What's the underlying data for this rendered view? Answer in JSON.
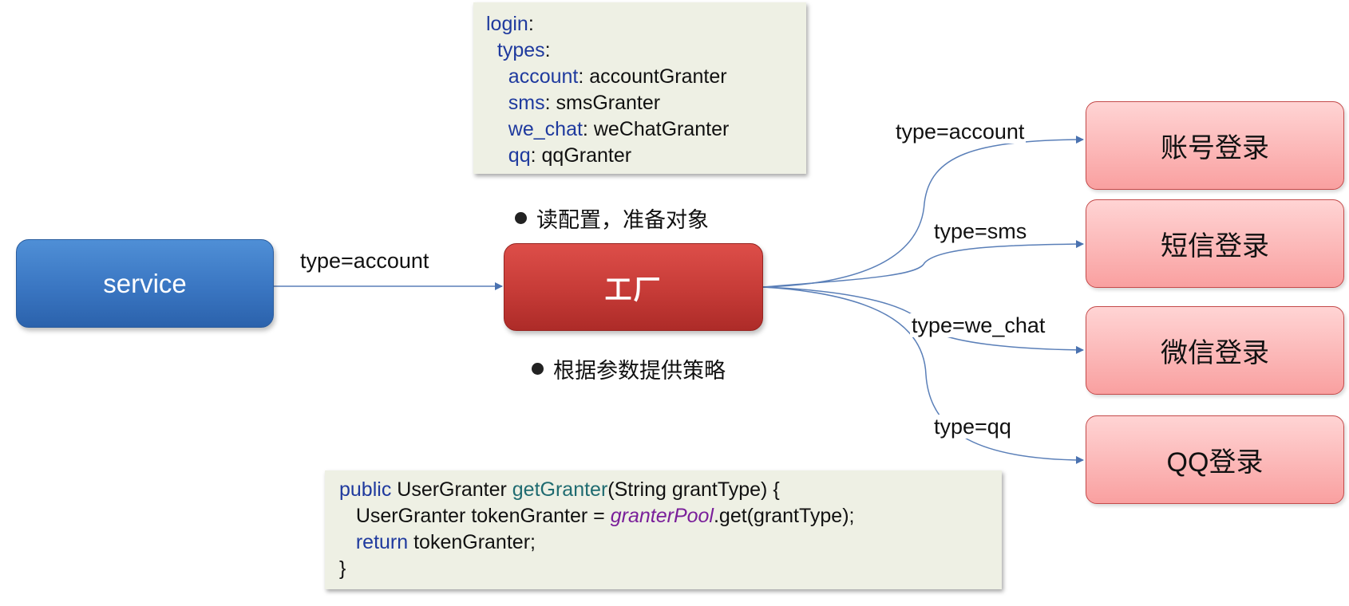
{
  "nodes": {
    "service": "service",
    "factory": "工厂",
    "strategies": [
      "账号登录",
      "短信登录",
      "微信登录",
      "QQ登录"
    ]
  },
  "edges": {
    "service_to_factory": "type=account",
    "account": "type=account",
    "sms": "type=sms",
    "we_chat": "type=we_chat",
    "qq": "type=qq"
  },
  "notes": {
    "read_config": "读配置，准备对象",
    "provide_strategy": "根据参数提供策略"
  },
  "config": {
    "root_key": "login",
    "types_key": "types",
    "entries": [
      {
        "key": "account",
        "value": "accountGranter"
      },
      {
        "key": "sms",
        "value": "smsGranter"
      },
      {
        "key": "we_chat",
        "value": "weChatGranter"
      },
      {
        "key": "qq",
        "value": "qqGranter"
      }
    ]
  },
  "code": {
    "l1_kw": "public",
    "l1_type": " UserGranter ",
    "l1_fn": "getGranter",
    "l1_rest": "(String grantType) {",
    "l2_a": "   UserGranter tokenGranter = ",
    "l2_field": "granterPool",
    "l2_b": ".get(grantType);",
    "l3_kw": "return",
    "l3_rest": " tokenGranter;",
    "l4": "}"
  },
  "colors": {
    "service": "#3a76c2",
    "factory": "#c63b37",
    "strategy": "#f9a0a0",
    "edge": "#5a7fb8",
    "code_background": "#eef0e4"
  }
}
